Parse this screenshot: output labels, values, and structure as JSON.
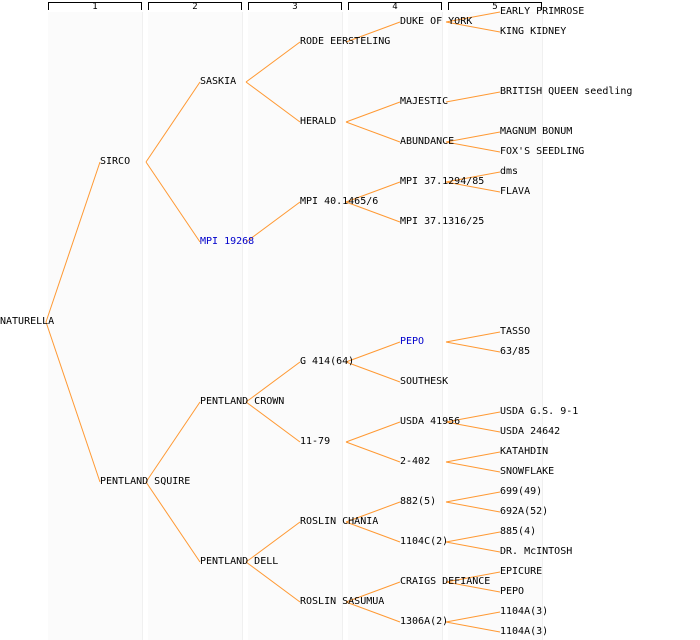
{
  "columns": [
    "1",
    "2",
    "3",
    "4",
    "5"
  ],
  "colors": {
    "line": "#ff9933",
    "text": "#000000",
    "link": "#0000cc"
  },
  "root": {
    "label": "NATURELLA",
    "children": [
      {
        "label": "SIRCO",
        "children": [
          {
            "label": "SASKIA",
            "children": [
              {
                "label": "RODE EERSTELING",
                "children": [
                  {
                    "label": "DUKE OF YORK",
                    "children": [
                      {
                        "label": "EARLY PRIMROSE"
                      },
                      {
                        "label": "KING KIDNEY"
                      }
                    ]
                  }
                ]
              },
              {
                "label": "HERALD",
                "children": [
                  {
                    "label": "MAJESTIC",
                    "children": [
                      {
                        "label": "BRITISH QUEEN seedling"
                      }
                    ]
                  },
                  {
                    "label": "ABUNDANCE",
                    "children": [
                      {
                        "label": "MAGNUM BONUM"
                      },
                      {
                        "label": "FOX'S SEEDLING"
                      }
                    ]
                  }
                ]
              }
            ]
          },
          {
            "label": "MPI 19268",
            "link": true,
            "children": [
              {
                "label": "MPI 40.1465/6",
                "children": [
                  {
                    "label": "MPI 37.1294/85",
                    "children": [
                      {
                        "label": "dms"
                      },
                      {
                        "label": "FLAVA"
                      }
                    ]
                  },
                  {
                    "label": "MPI 37.1316/25"
                  }
                ]
              }
            ]
          }
        ]
      },
      {
        "label": "PENTLAND SQUIRE",
        "children": [
          {
            "label": "PENTLAND CROWN",
            "children": [
              {
                "label": "G 414(64)",
                "children": [
                  {
                    "label": "PEPO",
                    "link": true,
                    "children": [
                      {
                        "label": "TASSO"
                      },
                      {
                        "label": "63/85"
                      }
                    ]
                  },
                  {
                    "label": "SOUTHESK"
                  }
                ]
              },
              {
                "label": "11-79",
                "children": [
                  {
                    "label": "USDA 41956",
                    "children": [
                      {
                        "label": "USDA G.S. 9-1"
                      },
                      {
                        "label": "USDA 24642"
                      }
                    ]
                  },
                  {
                    "label": "2-402",
                    "children": [
                      {
                        "label": "KATAHDIN"
                      },
                      {
                        "label": "SNOWFLAKE"
                      }
                    ]
                  }
                ]
              }
            ]
          },
          {
            "label": "PENTLAND DELL",
            "children": [
              {
                "label": "ROSLIN CHANIA",
                "children": [
                  {
                    "label": "882(5)",
                    "children": [
                      {
                        "label": "699(49)"
                      },
                      {
                        "label": "692A(52)"
                      }
                    ]
                  },
                  {
                    "label": "1104C(2)",
                    "children": [
                      {
                        "label": "885(4)"
                      },
                      {
                        "label": "DR. McINTOSH"
                      }
                    ]
                  }
                ]
              },
              {
                "label": "ROSLIN SASUMUA",
                "children": [
                  {
                    "label": "CRAIGS DEFIANCE",
                    "children": [
                      {
                        "label": "EPICURE"
                      },
                      {
                        "label": "PEPO"
                      }
                    ]
                  },
                  {
                    "label": "1306A(2)",
                    "children": [
                      {
                        "label": "1104A(3)"
                      },
                      {
                        "label": "1104A(3)"
                      }
                    ]
                  }
                ]
              }
            ]
          }
        ]
      }
    ]
  }
}
